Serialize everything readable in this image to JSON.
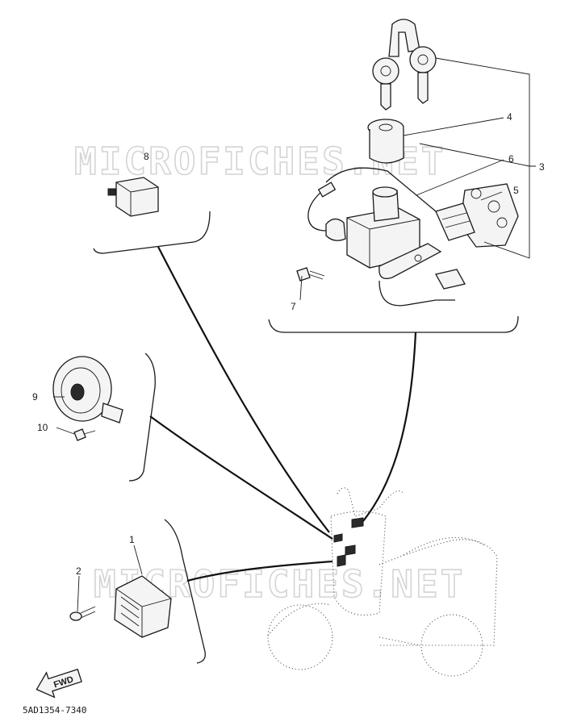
{
  "watermark": {
    "text": "MICROFICHES.NET",
    "color": "#d4d4d4"
  },
  "callouts": {
    "c1": "1",
    "c2": "2",
    "c3": "3",
    "c4": "4",
    "c5": "5",
    "c6": "6",
    "c7": "7",
    "c8": "8",
    "c9": "9",
    "c10": "10"
  },
  "arrow_label": "FWD",
  "drawing_code": "5AD1354-7340"
}
